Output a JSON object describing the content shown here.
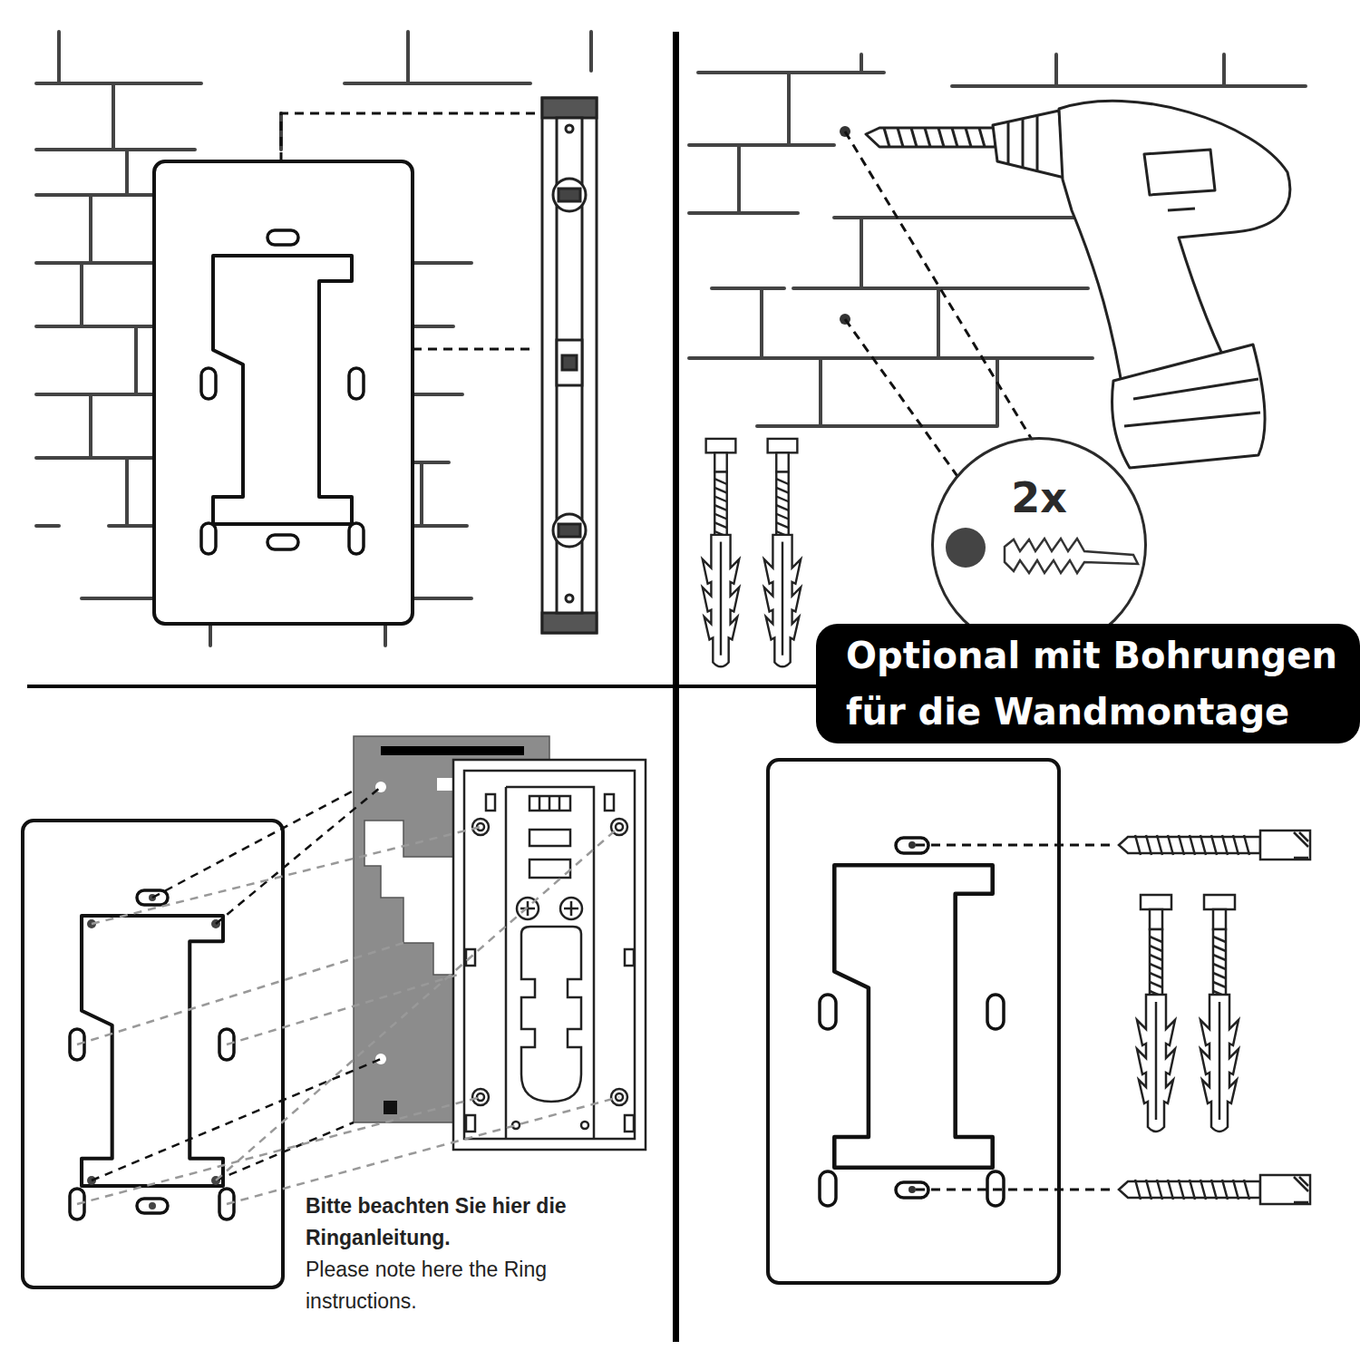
{
  "diagram": {
    "nodes": [
      {
        "text": [
          "2x"
        ]
      },
      {
        "text": [
          "Optional mit Bohrungen für die Wandmontage"
        ]
      }
    ],
    "labels": [
      "Bitte beachten Sie hier die Ringanleitung.",
      "Please note here the Ring instructions."
    ]
  }
}
